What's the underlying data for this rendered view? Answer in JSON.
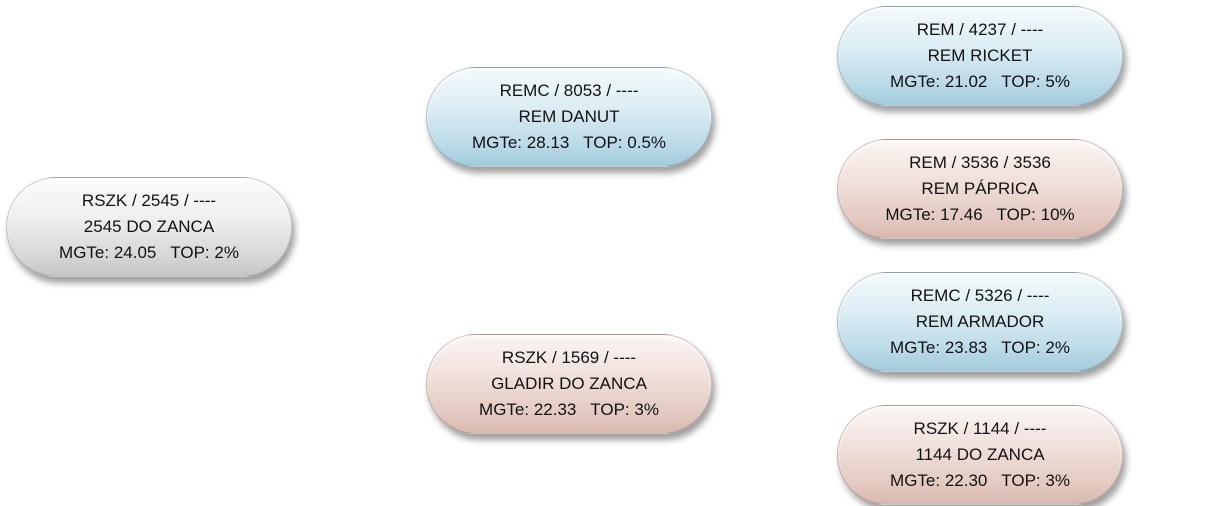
{
  "nodes": {
    "root": {
      "line1": "RSZK / 2545 / ----",
      "line2": "2545 DO ZANCA",
      "mgte": "24.05",
      "top": "2%",
      "color": "#d6d6d6"
    },
    "b1": {
      "line1": "REMC / 8053 / ----",
      "line2": "REM DANUT",
      "mgte": "28.13",
      "top": "0.5%",
      "color": "#b9d9e6"
    },
    "b2": {
      "line1": "RSZK / 1569 / ----",
      "line2": "GLADIR DO ZANCA",
      "mgte": "22.33",
      "top": "3%",
      "color": "#e3c9c2"
    },
    "c1": {
      "line1": "REM / 4237 / ----",
      "line2": "REM RICKET",
      "mgte": "21.02",
      "top": "5%",
      "color": "#b9d9e6"
    },
    "c2": {
      "line1": "REM / 3536 / 3536",
      "line2": "REM PÁPRICA",
      "mgte": "17.46",
      "top": "10%",
      "color": "#e3c9c2"
    },
    "c3": {
      "line1": "REMC / 5326 / ----",
      "line2": "REM ARMADOR",
      "mgte": "23.83",
      "top": "2%",
      "color": "#b9d9e6"
    },
    "c4": {
      "line1": "RSZK / 1144 / ----",
      "line2": "1144 DO ZANCA",
      "mgte": "22.30",
      "top": "3%",
      "color": "#e3c9c2"
    }
  },
  "labels": {
    "mgte": "MGTe:",
    "top": "TOP:"
  }
}
